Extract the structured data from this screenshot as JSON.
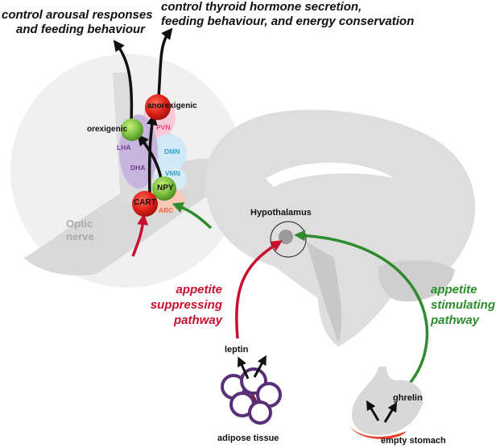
{
  "header": {
    "left_line1": "control arousal responses",
    "left_line2": "and feeding behaviour",
    "right_line1": "control thyroid hormone secretion,",
    "right_line2": "feeding behaviour, and energy conservation"
  },
  "inset": {
    "pvn": "PVN",
    "lha": "LHA",
    "dmn": "DMN",
    "dha": "DHA",
    "vmn": "VMN",
    "arc": "ARC",
    "optic_line1": "Optic",
    "optic_line2": "nerve",
    "anorexigenic": "anorexigenic",
    "orexigenic": "orexigenic",
    "npy": "NPY",
    "cart": "CART"
  },
  "brain": {
    "hypothalamus": "Hypothalamus"
  },
  "pathways": {
    "suppress_line1": "appetite",
    "suppress_line2": "suppressing",
    "suppress_line3": "pathway",
    "stim_line1": "appetite",
    "stim_line2": "stimulating",
    "stim_line3": "pathway"
  },
  "organs": {
    "leptin": "leptin",
    "adipose": "adipose tissue",
    "ghrelin": "ghrelin",
    "stomach": "empty stomach"
  },
  "colors": {
    "red": "#c8102e",
    "green": "#2e8b2e",
    "grey": "#a9a9a9"
  }
}
